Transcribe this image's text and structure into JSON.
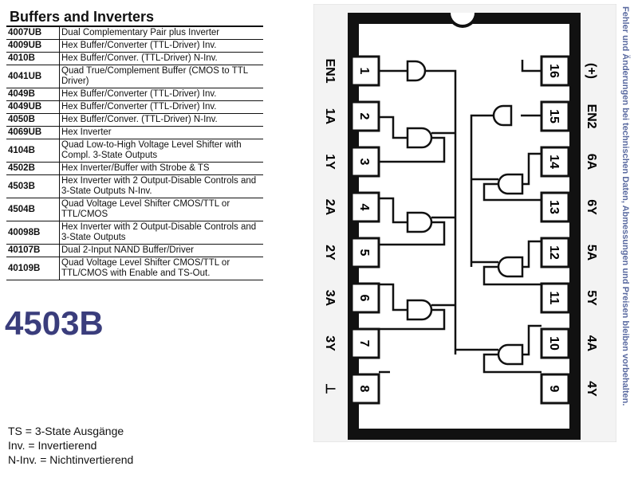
{
  "table": {
    "title": "Buffers and Inverters",
    "rows": [
      {
        "code": "4007UB",
        "desc": "Dual Complementary Pair plus Inverter"
      },
      {
        "code": "4009UB",
        "desc": "Hex Buffer/Converter (TTL-Driver) Inv."
      },
      {
        "code": "4010B",
        "desc": "Hex Buffer/Conver. (TTL-Driver) N-Inv."
      },
      {
        "code": "4041UB",
        "desc": "Quad True/Complement Buffer (CMOS to TTL Driver)"
      },
      {
        "code": "4049B",
        "desc": "Hex Buffer/Converter (TTL-Driver) Inv."
      },
      {
        "code": "4049UB",
        "desc": "Hex Buffer/Converter (TTL-Driver) Inv."
      },
      {
        "code": "4050B",
        "desc": "Hex Buffer/Conver. (TTL-Driver) N-Inv."
      },
      {
        "code": "4069UB",
        "desc": "Hex Inverter"
      },
      {
        "code": "4104B",
        "desc": "Quad Low-to-High Voltage Level Shifter with Compl. 3-State Outputs"
      },
      {
        "code": "4502B",
        "desc": "Hex Inverter/Buffer with Strobe & TS"
      },
      {
        "code": "4503B",
        "desc": "Hex Inverter with 2 Output-Disable Controls and 3-State Outputs N-Inv."
      },
      {
        "code": "4504B",
        "desc": "Quad Voltage Level Shifter CMOS/TTL or TTL/CMOS"
      },
      {
        "code": "40098B",
        "desc": "Hex Inverter with 2 Output-Disable Controls and 3-State Outputs"
      },
      {
        "code": "40107B",
        "desc": "Dual 2-Input NAND Buffer/Driver"
      },
      {
        "code": "40109B",
        "desc": "Quad Voltage Level Shifter CMOS/TTL or TTL/CMOS with Enable and TS-Out."
      }
    ]
  },
  "part_number": "4503B",
  "legend": [
    "TS = 3-State Ausgänge",
    "Inv. = Invertierend",
    "N-Inv. = Nichtinvertierend"
  ],
  "side_note": "Fehler und Änderungen bei technischen Daten, Abmessungen und Preisen bleiben vorbehalten.",
  "chip": {
    "left_pins": [
      {
        "num": "1",
        "label": "EN1"
      },
      {
        "num": "2",
        "label": "1A"
      },
      {
        "num": "3",
        "label": "1Y"
      },
      {
        "num": "4",
        "label": "2A"
      },
      {
        "num": "5",
        "label": "2Y"
      },
      {
        "num": "6",
        "label": "3A"
      },
      {
        "num": "7",
        "label": "3Y"
      },
      {
        "num": "8",
        "label": "⊥"
      }
    ],
    "right_pins": [
      {
        "num": "16",
        "label": "(+)"
      },
      {
        "num": "15",
        "label": "EN2"
      },
      {
        "num": "14",
        "label": "6A"
      },
      {
        "num": "13",
        "label": "6Y"
      },
      {
        "num": "12",
        "label": "5A"
      },
      {
        "num": "11",
        "label": "5Y"
      },
      {
        "num": "10",
        "label": "4A"
      },
      {
        "num": "9",
        "label": "4Y"
      }
    ]
  }
}
